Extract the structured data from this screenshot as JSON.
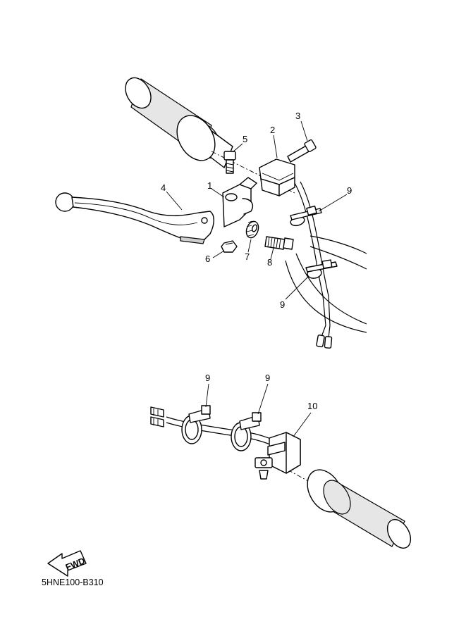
{
  "callouts": {
    "c1": "1",
    "c2": "2",
    "c3": "3",
    "c4": "4",
    "c5": "5",
    "c6": "6",
    "c7": "7",
    "c8": "8",
    "c9a": "9",
    "c9b": "9",
    "c9c": "9",
    "c9d": "9",
    "c10": "10"
  },
  "fwd_label": "FWD",
  "diagram_code": "5HNE100-B310"
}
